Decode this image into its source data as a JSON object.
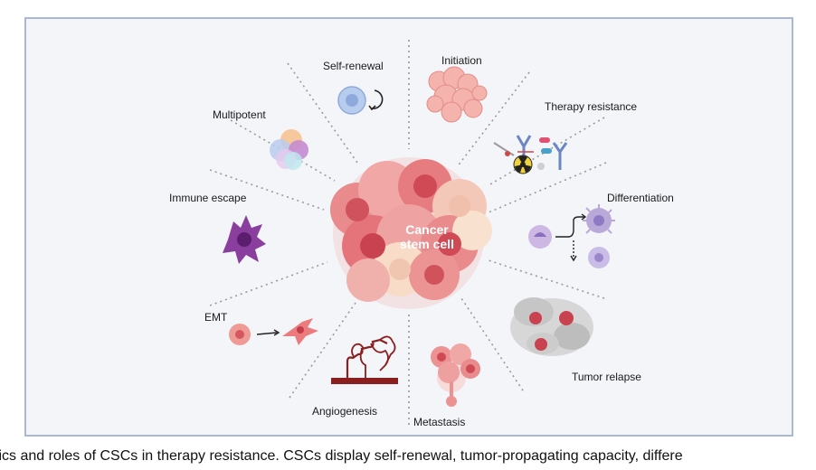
{
  "center": {
    "line1": "Cancer",
    "line2": "stem cell"
  },
  "labels": {
    "self_renewal": "Self-renewal",
    "initiation": "Initiation",
    "multipotent": "Multipotent",
    "therapy_resistance": "Therapy resistance",
    "immune_escape": "Immune escape",
    "differentiation": "Differentiation",
    "emt": "EMT",
    "angiogenesis": "Angiogenesis",
    "metastasis": "Metastasis",
    "tumor_relapse": "Tumor relapse"
  },
  "caption": "stics and roles of CSCs in therapy resistance. CSCs display self-renewal, tumor-propagating capacity, differe",
  "colors": {
    "border": "#aab7db",
    "panel": "#f3f5f9",
    "cell_pink": "#e9858a",
    "cell_peach": "#f7d9c4",
    "immune": "#7b3a8f",
    "lavender": "#b7a6d8"
  }
}
